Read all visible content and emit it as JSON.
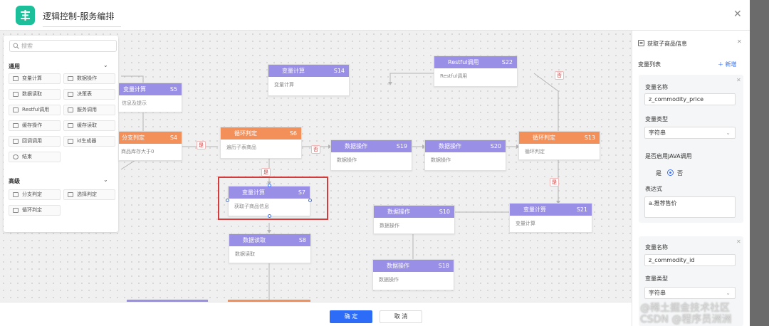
{
  "window": {
    "title": "逻辑控制-服务编排"
  },
  "sidebar": {
    "search_placeholder": "搜索",
    "sections": [
      {
        "title": "通用",
        "items": [
          "变量计算",
          "数据操作",
          "数据读取",
          "决策表",
          "Restful调用",
          "服务调用",
          "缓存操作",
          "缓存读取",
          "回调调用",
          "id生成器",
          "结束"
        ]
      },
      {
        "title": "高级",
        "items": [
          "分支判定",
          "选择判定",
          "循环判定"
        ]
      }
    ]
  },
  "nodes": {
    "s5": {
      "title": "变量计算",
      "id": "S5",
      "desc": "信息及提示"
    },
    "s4": {
      "title": "分支判定",
      "id": "S4",
      "desc": "商品库存大于0"
    },
    "s14": {
      "title": "变量计算",
      "id": "S14",
      "desc": "变量计算"
    },
    "s22": {
      "title": "Restful调用",
      "id": "S22",
      "desc": "Restful调用"
    },
    "s6": {
      "title": "循环判定",
      "id": "S6",
      "desc": "遍历子表商品"
    },
    "s19": {
      "title": "数据操作",
      "id": "S19",
      "desc": "数据操作"
    },
    "s20": {
      "title": "数据操作",
      "id": "S20",
      "desc": "数据操作"
    },
    "s13": {
      "title": "循环判定",
      "id": "S13",
      "desc": "循环判定"
    },
    "s7": {
      "title": "变量计算",
      "id": "S7",
      "desc": "获取子商品信息"
    },
    "s10": {
      "title": "数据操作",
      "id": "S10",
      "desc": "数据操作"
    },
    "s21": {
      "title": "变量计算",
      "id": "S21",
      "desc": "变量计算"
    },
    "s8": {
      "title": "数据读取",
      "id": "S8",
      "desc": "数据读取"
    },
    "s18": {
      "title": "数据操作",
      "id": "S18",
      "desc": "数据操作"
    }
  },
  "edge_labels": {
    "yes": "是",
    "no": "否"
  },
  "panel": {
    "header": "获取子商品信息",
    "var_list_label": "变量列表",
    "add_label": "新增",
    "var_name_label": "变量名称",
    "var_type_label": "变量类型",
    "java_label": "是否启用JAVA调用",
    "yes": "是",
    "no": "否",
    "expr_label": "表达式",
    "vars": [
      {
        "name": "z_commodity_price",
        "type": "字符串",
        "expr": "a.推荐售价"
      },
      {
        "name": "z_commodity_id",
        "type": "字符串"
      }
    ]
  },
  "footer": {
    "ok": "确 定",
    "cancel": "取 消"
  },
  "watermark": "@稀土掘金技术社区\nCSDN @程序员洲洲",
  "colors": {
    "accent": "#2d6cf6",
    "node_purple": "#9a8fe6",
    "node_orange": "#f3905a",
    "highlight": "#d43c3c"
  }
}
